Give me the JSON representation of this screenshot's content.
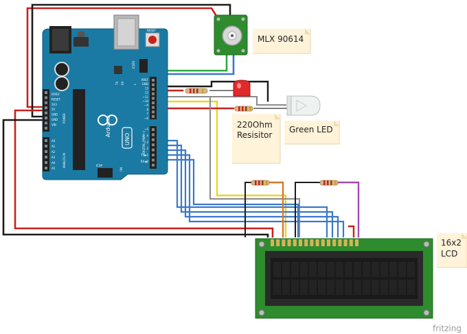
{
  "notes": {
    "mlx": "MLX 90614",
    "resistor": [
      "220Ohm",
      "Resisitor"
    ],
    "led": "Green LED",
    "lcd": [
      "16x2",
      "LCD"
    ]
  },
  "board": {
    "brand": "Arduino",
    "model": "UNO",
    "header_labels": [
      "AREF",
      "GND",
      "13",
      "12",
      "~11",
      "~10",
      "~9",
      "8",
      "7",
      "~6",
      "~5",
      "4",
      "~3",
      "2",
      "TX▶1",
      "RX◀0"
    ],
    "power_labels": [
      "IOREF",
      "RESET",
      "3V3",
      "5V",
      "GND",
      "GND",
      "VIN"
    ],
    "analog_labels": [
      "A0",
      "A1",
      "A2",
      "A3",
      "A4",
      "A5"
    ],
    "misc_labels": {
      "tx": "TX",
      "rx": "RX",
      "l": "L",
      "icsp2": "ICSP2",
      "icsp": "ICSP",
      "on": "ON",
      "reset": "RESET",
      "digital": "DIGITAL (PWM~)",
      "power": "POWER",
      "analog": "ANALOG IN"
    }
  },
  "watermark": "fritzing",
  "colors": {
    "board_blue": "#1a7aa3",
    "wire_red": "#c8211a",
    "wire_black": "#1a1a1a",
    "wire_green": "#2eaa3c",
    "wire_blue": "#3a78c8",
    "wire_yellow": "#e8d62a",
    "wire_gray": "#8a8a8a",
    "wire_orange": "#d9772b",
    "wire_purple": "#a04bb0",
    "lcd_pcb": "#2e8b2e",
    "note_bg": "#fff3da"
  }
}
